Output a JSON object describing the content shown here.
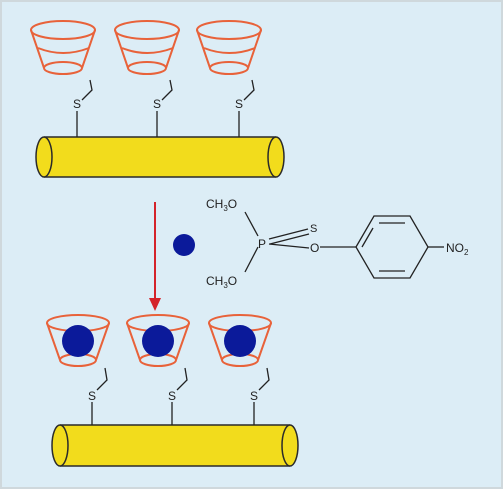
{
  "colors": {
    "background": "#dcedf6",
    "border": "#cfd8dc",
    "cup_stroke": "#e8623a",
    "rod_fill": "#f2dc1c",
    "rod_stroke": "#2a2a2a",
    "guest": "#0b1a9a",
    "arrow": "#d4232a",
    "line": "#222222"
  },
  "labels": {
    "sulfur": "S",
    "methoxy_top": "CH",
    "methoxy_top_sub": "3",
    "methoxy_top_o": "O",
    "methoxy_bottom": "CH",
    "methoxy_bottom_sub": "3",
    "methoxy_bottom_o": "O",
    "phosphorus": "P",
    "thio_s": "S",
    "ester_o": "O",
    "nitro": "NO",
    "nitro_sub": "2"
  }
}
